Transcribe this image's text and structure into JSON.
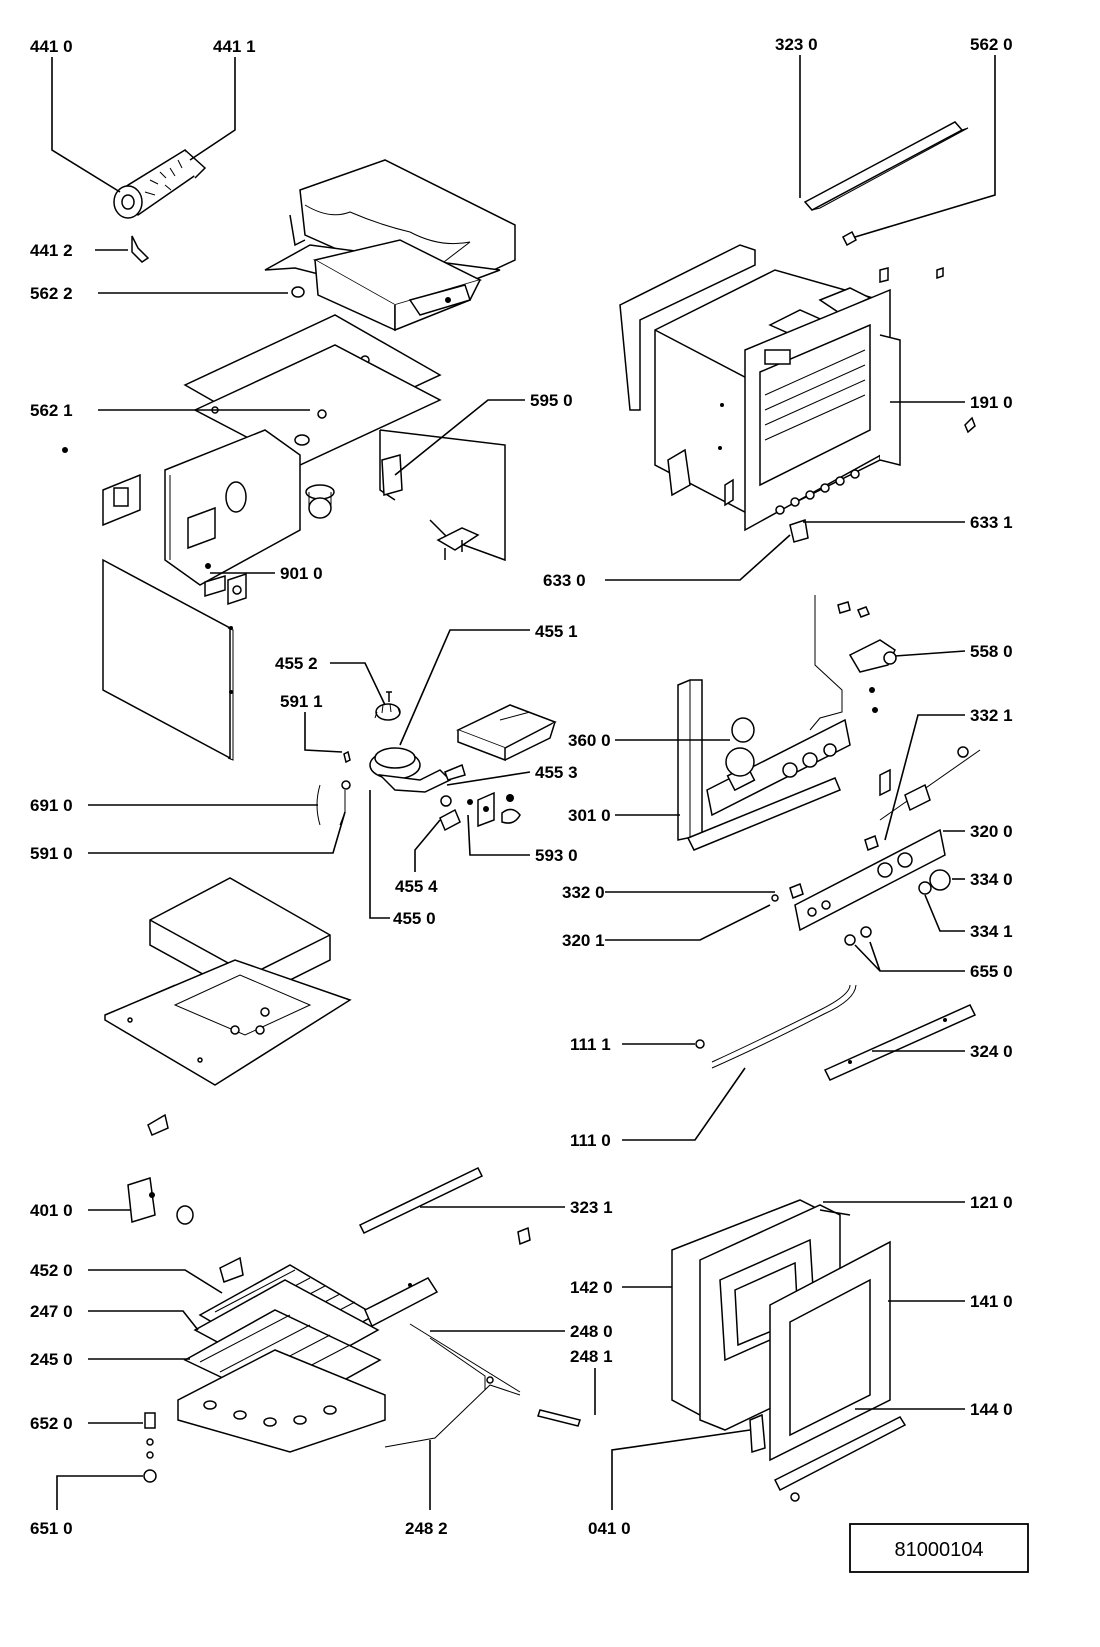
{
  "labels": {
    "p4410": "441 0",
    "p4411": "441 1",
    "p4412": "441 2",
    "p5622": "562 2",
    "p5621": "562 1",
    "p5950": "595 0",
    "p9010": "901 0",
    "p3230": "323  0",
    "p5620": "562 0",
    "p1910": "191 0",
    "p6331": "633 1",
    "p6330": "633 0",
    "p5580": "558 0",
    "p4551": "455 1",
    "p4552": "455 2",
    "p5911": "591 1",
    "p6910": "691 0",
    "p5910": "591 0",
    "p4553": "455 3",
    "p4554": "455 4",
    "p4550": "455 0",
    "p5930": "593 0",
    "p3600": "360 0",
    "p3010": "301 0",
    "p3321": "332 1",
    "p3200": "320 0",
    "p3340": "334 0",
    "p3320": "332 0",
    "p3201": "320 1",
    "p3341": "334 1",
    "p6550": "655 0",
    "p1111": "111 1",
    "p3240": "324 0",
    "p1110": "111 0",
    "p4010": "401 0",
    "p3231": "323 1",
    "p1210": "121 0",
    "p4520": "452 0",
    "p1420": "142 0",
    "p2470": "247 0",
    "p1410": "141 0",
    "p2480": "248 0",
    "p2450": "245 0",
    "p2481": "248 1",
    "p6520": "652 0",
    "p1440": "144 0",
    "p6510": "651 0",
    "p2482": "248  2",
    "p0410": "041 0"
  },
  "reference_box": {
    "text": "81000104"
  }
}
